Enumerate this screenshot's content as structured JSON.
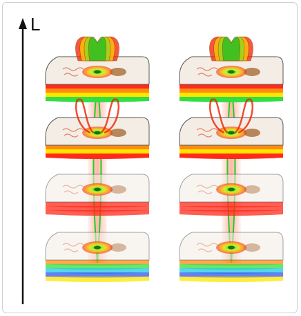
{
  "axis": {
    "label": "L"
  },
  "colors": {
    "axis": "#111111",
    "plate_top": "#f4ede6",
    "plate_edge": "#555555",
    "band_red": "#ff2a1a",
    "band_orange": "#ff8c10",
    "band_yellow": "#ffe600",
    "band_green": "#33dd44",
    "band_cyan": "#22c8e0",
    "band_blue": "#3355ee",
    "field_green": "#22cc22",
    "field_red": "#ee2200",
    "mito": "#b07a4a"
  },
  "columns": [
    {
      "id": "left"
    },
    {
      "id": "right"
    }
  ]
}
